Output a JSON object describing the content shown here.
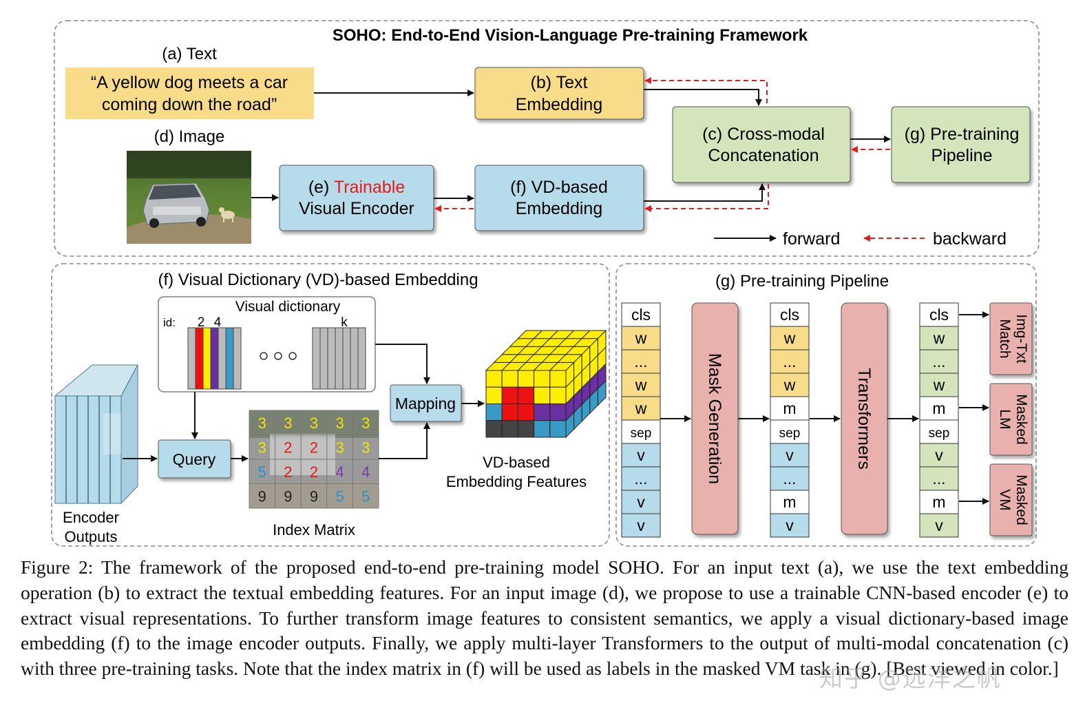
{
  "figure": {
    "title": "SOHO: End-to-End Vision-Language Pre-training Framework",
    "top": {
      "text_label": "(a) Text",
      "text_quote_line1": "“A yellow dog meets a car",
      "text_quote_line2": "coming down the road”",
      "image_label": "(d) Image",
      "text_embedding_line1": "(b) Text",
      "text_embedding_line2": "Embedding",
      "cross_modal_line1": "(c) Cross-modal",
      "cross_modal_line2": "Concatenation",
      "pretrain_line1": "(g) Pre-training",
      "pretrain_line2": "Pipeline",
      "encoder_line1_prefix": "(e) ",
      "encoder_line1_highlight": "Trainable",
      "encoder_line2": "Visual Encoder",
      "vd_embedding_line1": "(f) VD-based",
      "vd_embedding_line2": "Embedding",
      "legend_forward": "forward",
      "legend_backward": "backward"
    },
    "vd_panel": {
      "title": "(f) Visual Dictionary (VD)-based Embedding",
      "dictionary_title": "Visual dictionary",
      "id_label": "id:",
      "id_2": "2",
      "id_4": "4",
      "id_k": "k",
      "query": "Query",
      "mapping": "Mapping",
      "encoder_outputs_line1": "Encoder",
      "encoder_outputs_line2": "Outputs",
      "index_matrix_label": "Index Matrix",
      "index_matrix": [
        [
          "3",
          "3",
          "3",
          "3",
          "3"
        ],
        [
          "3",
          "2",
          "2",
          "3",
          "3"
        ],
        [
          "5",
          "2",
          "2",
          "4",
          "4"
        ],
        [
          "9",
          "9",
          "9",
          "5",
          "5"
        ]
      ],
      "features_line1": "VD-based",
      "features_line2": "Embedding Features"
    },
    "pipeline_panel": {
      "title": "(g) Pre-training Pipeline",
      "col1": [
        "cls",
        "w",
        "...",
        "w",
        "w",
        "sep",
        "v",
        "...",
        "v",
        "v"
      ],
      "col2": [
        "cls",
        "w",
        "...",
        "w",
        "m",
        "sep",
        "v",
        "...",
        "m",
        "v"
      ],
      "col3": [
        "cls",
        "w",
        "...",
        "w",
        "m",
        "sep",
        "v",
        "...",
        "m",
        "v"
      ],
      "mask_generation": "Mask Generation",
      "transformers": "Transformers",
      "task1": "Img-Txt Match",
      "task1_line1": "Img-Txt",
      "task1_line2": "Match",
      "task2_line1": "Masked",
      "task2_line2": "LM",
      "task3_line1": "Masked",
      "task3_line2": "VM"
    },
    "colors": {
      "yellow": "#f9dc8a",
      "blue": "#b6dbea",
      "green": "#d4e4bb",
      "pink": "#e9b1ad",
      "red_text": "#e31b1b",
      "border": "#555555"
    }
  },
  "caption": "Figure 2: The framework of the proposed end-to-end pre-training model SOHO. For an input text (a), we use the text embedding operation (b) to extract the textual embedding features. For an input image (d), we propose to use a trainable CNN-based encoder (e) to extract visual representations. To further transform image features to consistent semantics, we apply a visual dictionary-based image embedding (f) to the image encoder outputs. Finally, we apply multi-layer Transformers to the output of multi-modal concatenation (c) with three pre-training tasks. Note that the index matrix in (f) will be used as labels in the masked VM task in (g). [Best viewed in color.]",
  "watermark": "知乎 @远洋之帆"
}
